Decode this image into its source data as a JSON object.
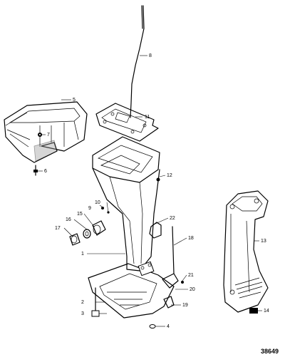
{
  "diagram": {
    "reference_number": "38649",
    "callouts": [
      "1",
      "2",
      "3",
      "4",
      "5",
      "6",
      "7",
      "8",
      "9",
      "10",
      "11",
      "12",
      "13",
      "14",
      "15",
      "16",
      "17",
      "18",
      "19",
      "20",
      "21",
      "22"
    ]
  }
}
